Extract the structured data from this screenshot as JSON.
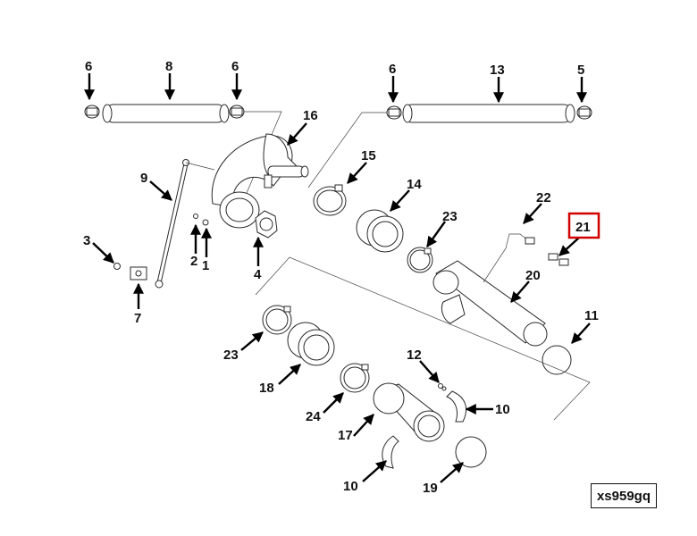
{
  "diagram": {
    "reference_code": "xs959gq",
    "highlighted_callout": "21",
    "highlight_color": "#d00000",
    "callouts": [
      {
        "id": "c6a",
        "label": "6"
      },
      {
        "id": "c8",
        "label": "8"
      },
      {
        "id": "c6b",
        "label": "6"
      },
      {
        "id": "c6c",
        "label": "6"
      },
      {
        "id": "c13",
        "label": "13"
      },
      {
        "id": "c5",
        "label": "5"
      },
      {
        "id": "c16",
        "label": "16"
      },
      {
        "id": "c15",
        "label": "15"
      },
      {
        "id": "c9",
        "label": "9"
      },
      {
        "id": "c14",
        "label": "14"
      },
      {
        "id": "c22",
        "label": "22"
      },
      {
        "id": "c21",
        "label": "21"
      },
      {
        "id": "c23a",
        "label": "23"
      },
      {
        "id": "c3",
        "label": "3"
      },
      {
        "id": "c2",
        "label": "2"
      },
      {
        "id": "c1",
        "label": "1"
      },
      {
        "id": "c4",
        "label": "4"
      },
      {
        "id": "c20",
        "label": "20"
      },
      {
        "id": "c7",
        "label": "7"
      },
      {
        "id": "c11",
        "label": "11"
      },
      {
        "id": "c23b",
        "label": "23"
      },
      {
        "id": "c12",
        "label": "12"
      },
      {
        "id": "c18",
        "label": "18"
      },
      {
        "id": "c10a",
        "label": "10"
      },
      {
        "id": "c24",
        "label": "24"
      },
      {
        "id": "c17",
        "label": "17"
      },
      {
        "id": "c10b",
        "label": "10"
      },
      {
        "id": "c19",
        "label": "19"
      }
    ]
  }
}
